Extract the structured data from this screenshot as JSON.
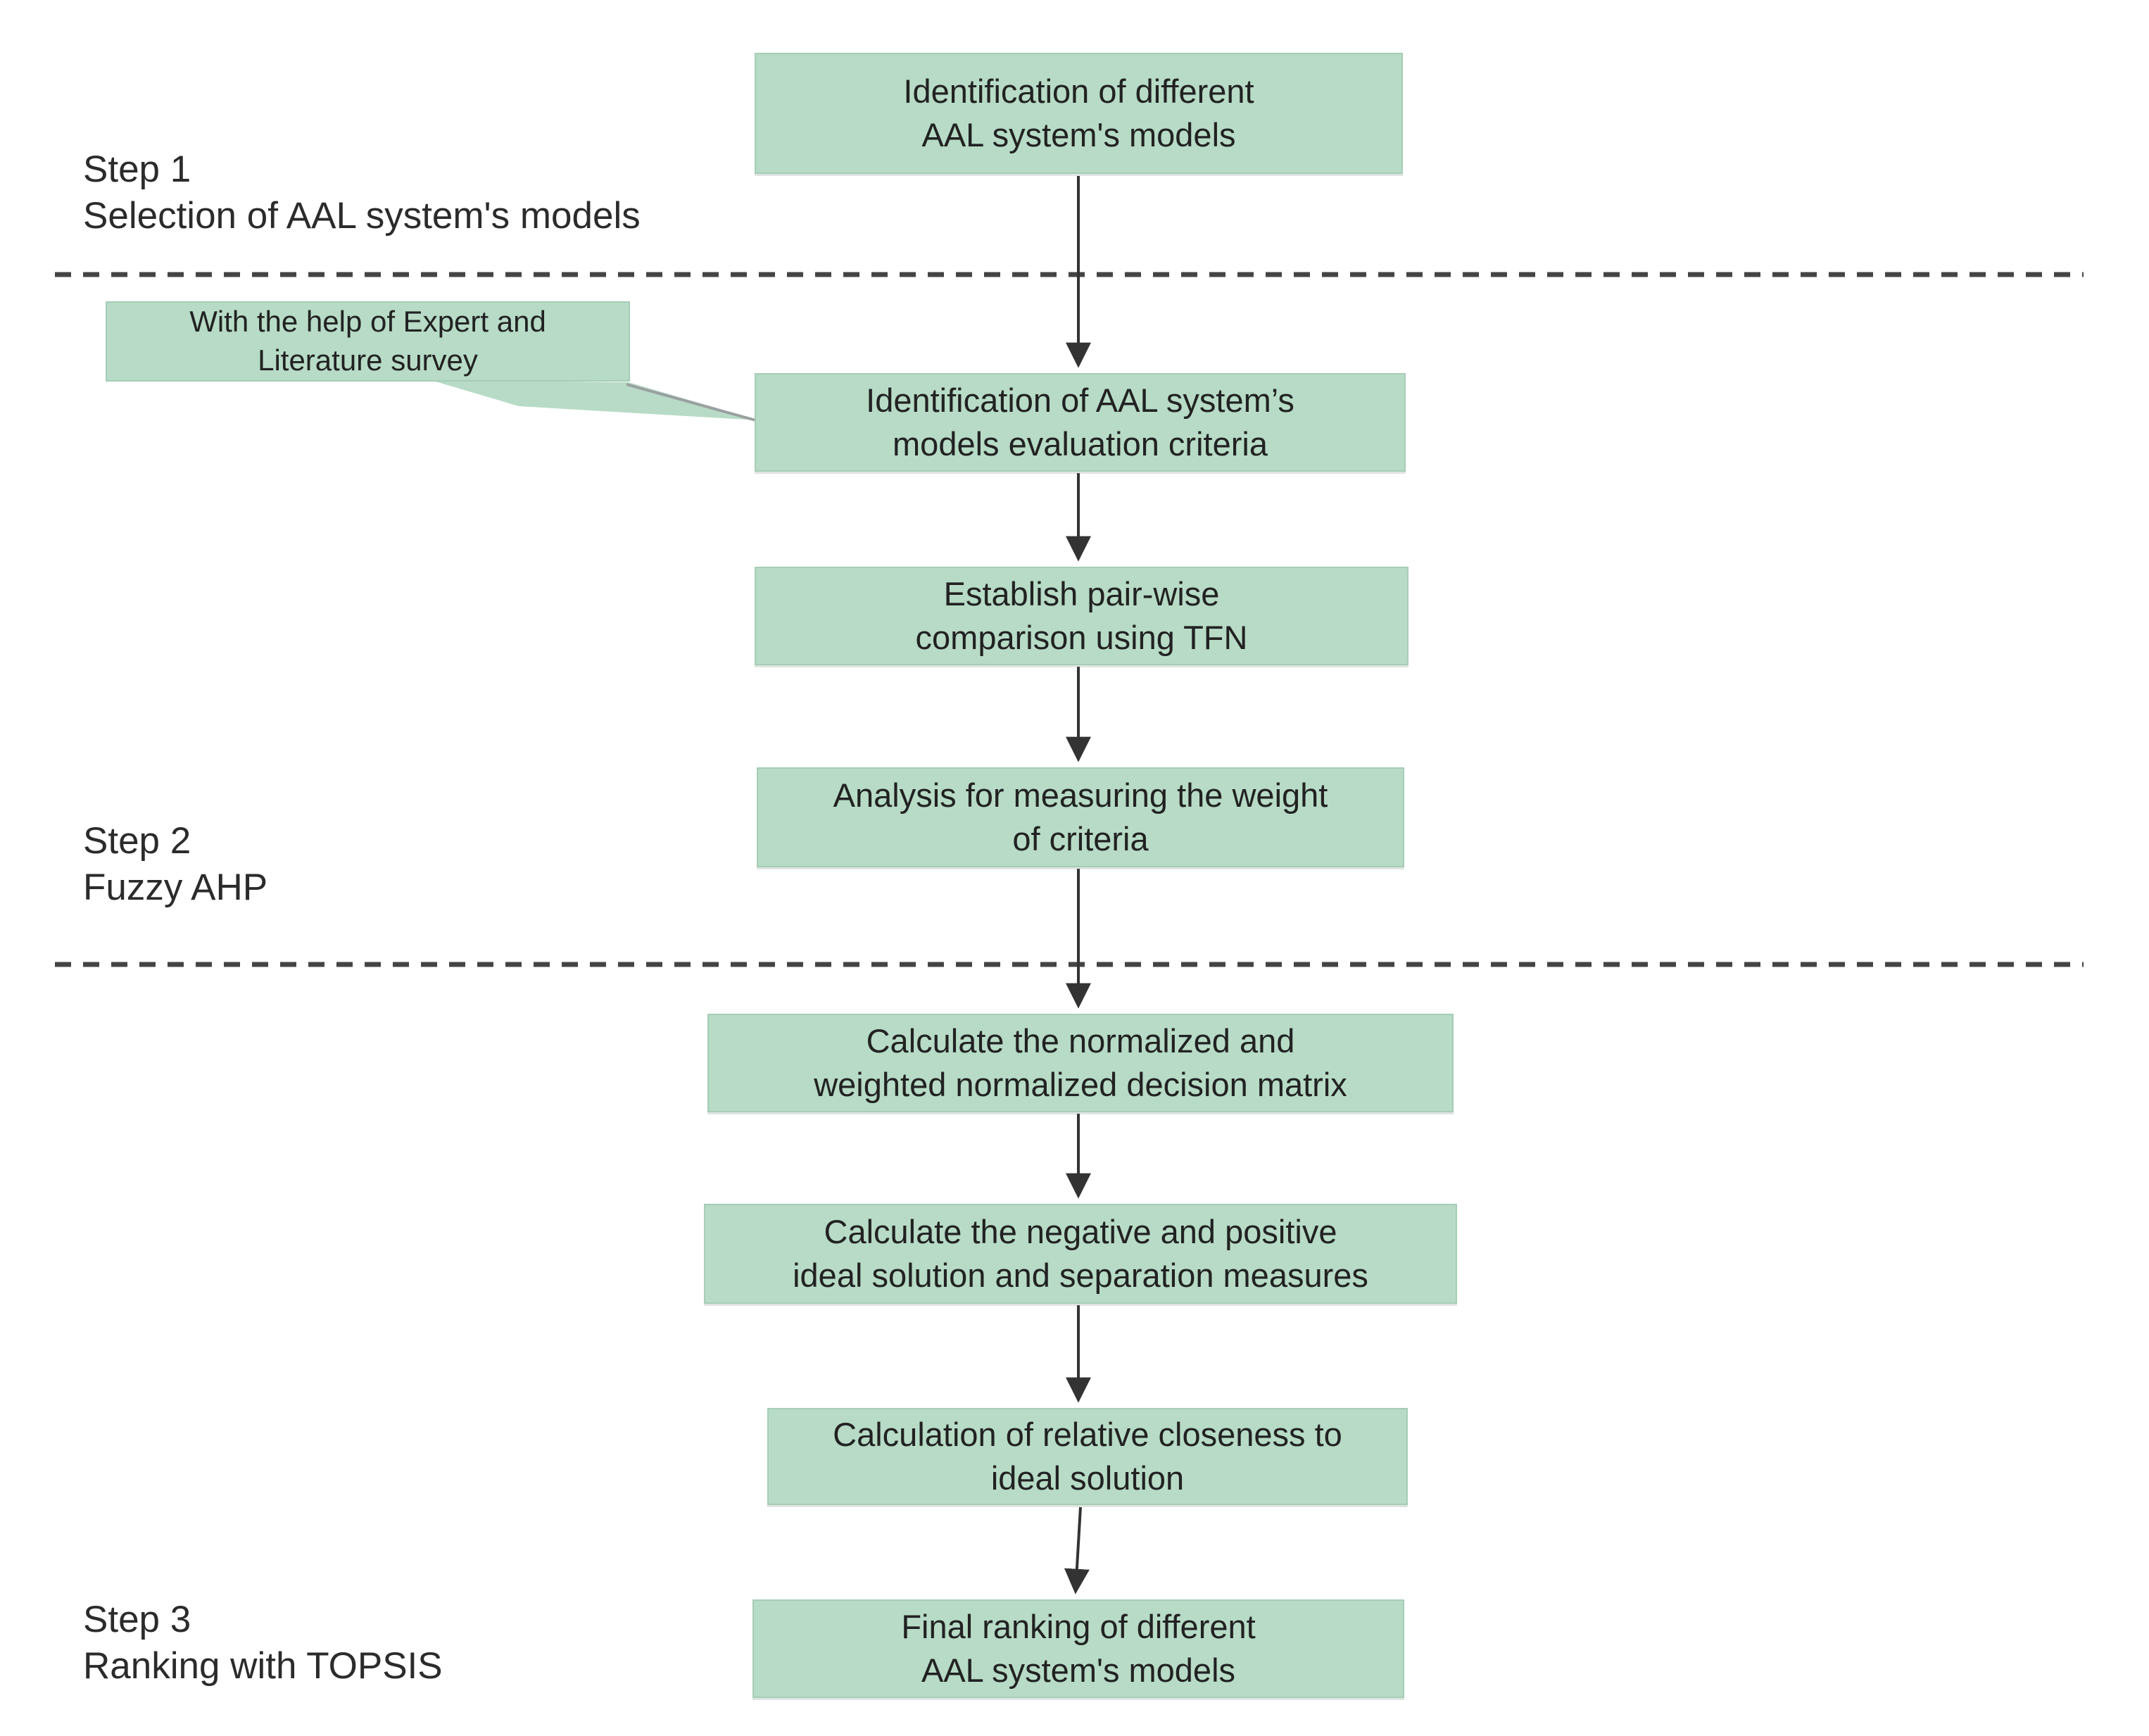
{
  "flow": {
    "steps": [
      {
        "label": "Step 1",
        "sublabel": "Selection of AAL system's models"
      },
      {
        "label": "Step 2",
        "sublabel": "Fuzzy AHP"
      },
      {
        "label": "Step 3",
        "sublabel": "Ranking with TOPSIS"
      }
    ],
    "callout": {
      "text": "With the help of Expert and\nLiterature survey"
    },
    "boxes": [
      {
        "text": "Identification of different\nAAL system's models"
      },
      {
        "text": "Identification of AAL system’s\nmodels evaluation criteria"
      },
      {
        "text": "Establish pair-wise\ncomparison using TFN"
      },
      {
        "text": "Analysis for measuring the weight\nof criteria"
      },
      {
        "text": "Calculate the normalized and\nweighted normalized decision matrix"
      },
      {
        "text": "Calculate the negative and positive\nideal solution and separation measures"
      },
      {
        "text": "Calculation of relative closeness to\nideal solution"
      },
      {
        "text": "Final ranking of different\nAAL system's models"
      }
    ],
    "colors": {
      "background": "#ffffff",
      "box_fill": "#b7dbc6",
      "box_border": "#a6cdb6",
      "arrow_line": "#333333",
      "dashed_divider": "#444444",
      "callout_pointer_line": "#9aa0a0",
      "text": "#222222"
    }
  }
}
